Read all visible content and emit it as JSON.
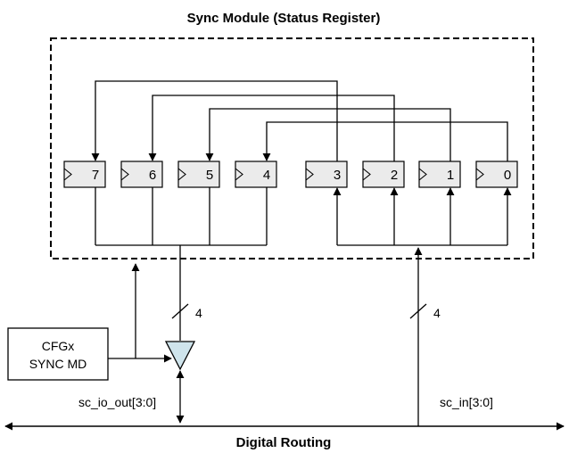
{
  "title": "Sync Module (Status Register)",
  "registers": [
    "7",
    "6",
    "5",
    "4",
    "3",
    "2",
    "1",
    "0"
  ],
  "cfg_box": {
    "line1": "CFGx",
    "line2": "SYNC MD"
  },
  "bus_width_left": "4",
  "bus_width_right": "4",
  "signal_out": "sc_io_out[3:0]",
  "signal_in": "sc_in[3:0]",
  "routing_label": "Digital Routing",
  "colors": {
    "register_fill": "#ebebeb",
    "buffer_fill": "#cfe4ec",
    "line": "#000000"
  }
}
